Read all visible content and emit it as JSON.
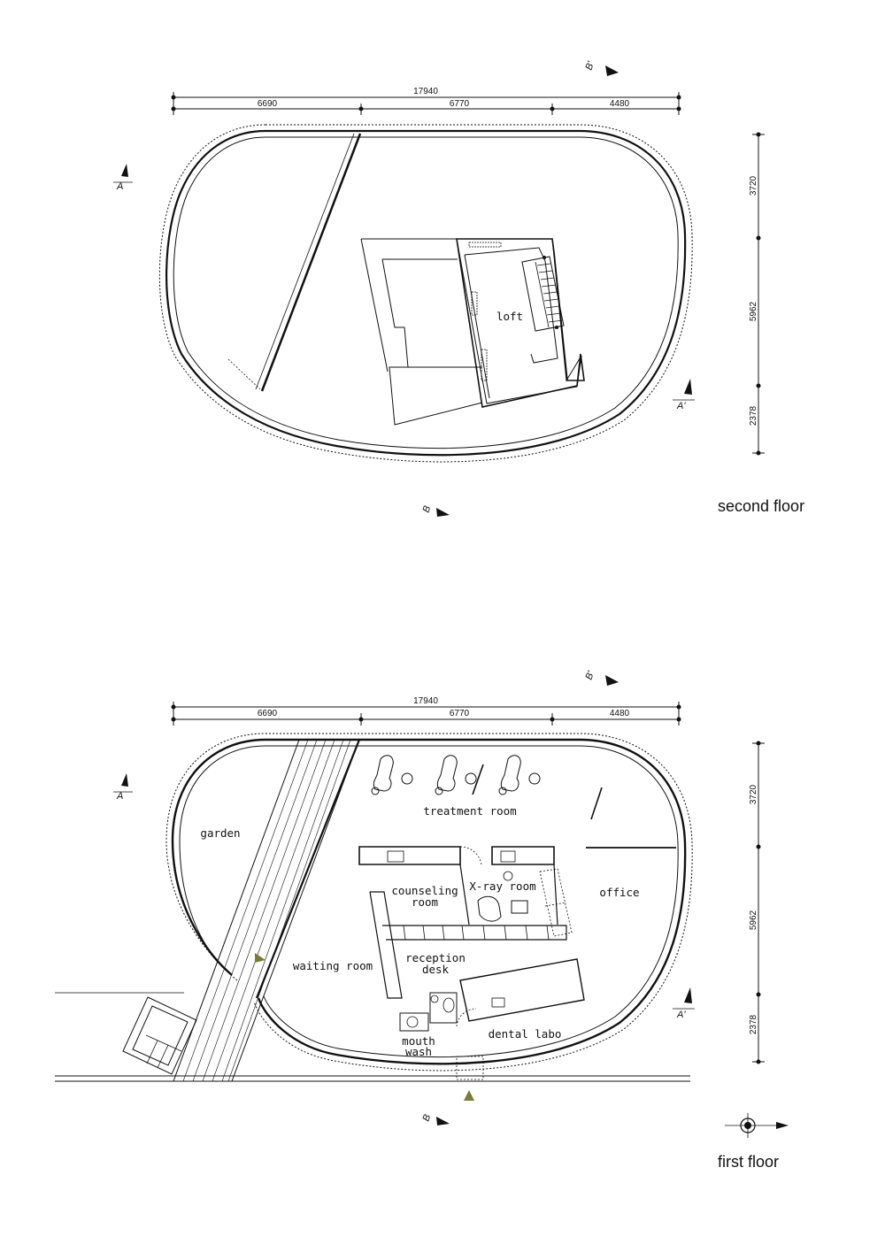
{
  "plans": [
    {
      "key": "second",
      "title": "second floor",
      "overall_dimension": "17940",
      "horizontal_dimensions": [
        "6690",
        "6770",
        "4480"
      ],
      "vertical_dimensions": [
        "3720",
        "5962",
        "2378"
      ],
      "section_marks": {
        "a_left": "A",
        "a_right": "A'",
        "b_top": "B'",
        "b_bottom": "B"
      },
      "rooms": [
        "loft"
      ]
    },
    {
      "key": "first",
      "title": "first floor",
      "overall_dimension": "17940",
      "horizontal_dimensions": [
        "6690",
        "6770",
        "4480"
      ],
      "vertical_dimensions": [
        "3720",
        "5962",
        "2378"
      ],
      "section_marks": {
        "a_left": "A",
        "a_right": "A'",
        "b_top": "B'",
        "b_bottom": "B"
      },
      "rooms": [
        "garden",
        "treatment room",
        "counseling",
        "room",
        "X-ray room",
        "office",
        "waiting room",
        "reception",
        "desk",
        "mouth",
        "wash",
        "dental labo"
      ]
    }
  ],
  "colors": {
    "line": "#111111",
    "entrance_marker": "#7a7a3a"
  },
  "icons": [
    "north-compass-icon",
    "entrance-arrow-icon"
  ]
}
